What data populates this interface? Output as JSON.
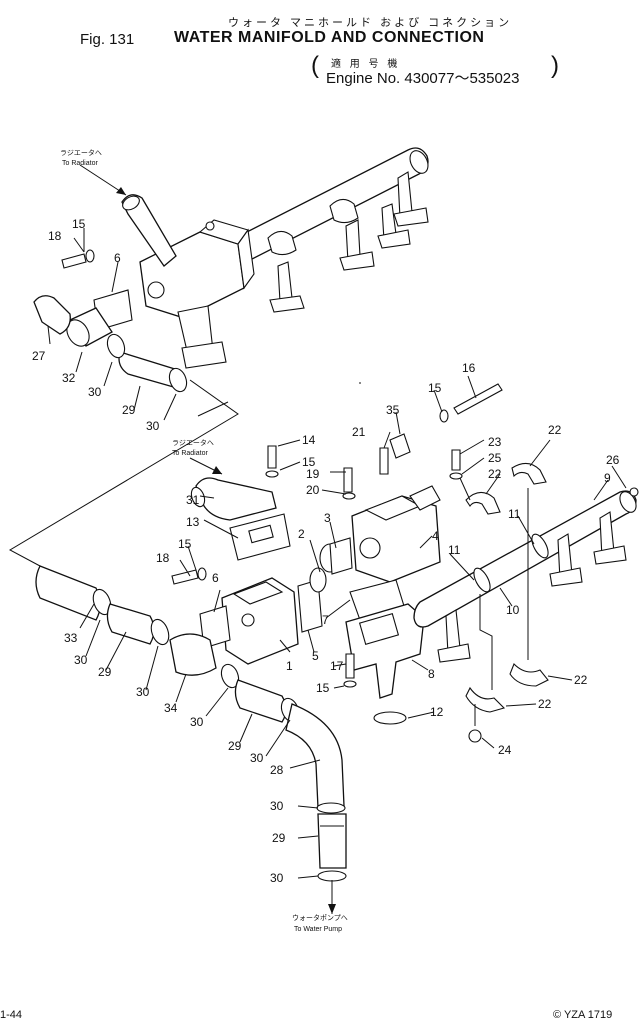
{
  "header": {
    "fig_label": "Fig. 131",
    "title_jp": "ウォータ マニホールド および コネクション",
    "title_en": "WATER MANIFOLD AND CONNECTION",
    "applicability_jp": "適 用 号 機",
    "engine_no": "Engine No. 430077～535023",
    "paren_open": "(",
    "paren_close": ")"
  },
  "callouts": {
    "to_radiator_top_jp": "ラジエータへ",
    "to_radiator_top_en": "To Radiator",
    "to_radiator_mid_jp": "ラジエータへ",
    "to_radiator_mid_en": "To Radiator",
    "to_pump_jp": "ウォータポンプへ",
    "to_pump_en": "To Water Pump"
  },
  "part_numbers": {
    "p1": "1",
    "p2": "2",
    "p3": "3",
    "p4": "4",
    "p5": "5",
    "p6a": "6",
    "p6b": "6",
    "p7": "7",
    "p8": "8",
    "p9": "9",
    "p10": "10",
    "p11a": "11",
    "p11b": "11",
    "p12": "12",
    "p13": "13",
    "p14": "14",
    "p15a": "15",
    "p15b": "15",
    "p15c": "15",
    "p15d": "15",
    "p15e": "15",
    "p16": "16",
    "p17": "17",
    "p18a": "18",
    "p18b": "18",
    "p19": "19",
    "p20": "20",
    "p21": "21",
    "p22a": "22",
    "p22b": "22",
    "p22c": "22",
    "p22d": "22",
    "p23": "23",
    "p24": "24",
    "p25": "25",
    "p26": "26",
    "p27": "27",
    "p28": "28",
    "p29a": "29",
    "p29b": "29",
    "p29c": "29",
    "p29d": "29",
    "p30a": "30",
    "p30b": "30",
    "p30c": "30",
    "p30d": "30",
    "p30e": "30",
    "p30f": "30",
    "p30g": "30",
    "p30h": "30",
    "p31": "31",
    "p32": "32",
    "p33": "33",
    "p34": "34",
    "p35": "35"
  },
  "footer": {
    "left": "1-44",
    "right": "© YZA 1719"
  }
}
